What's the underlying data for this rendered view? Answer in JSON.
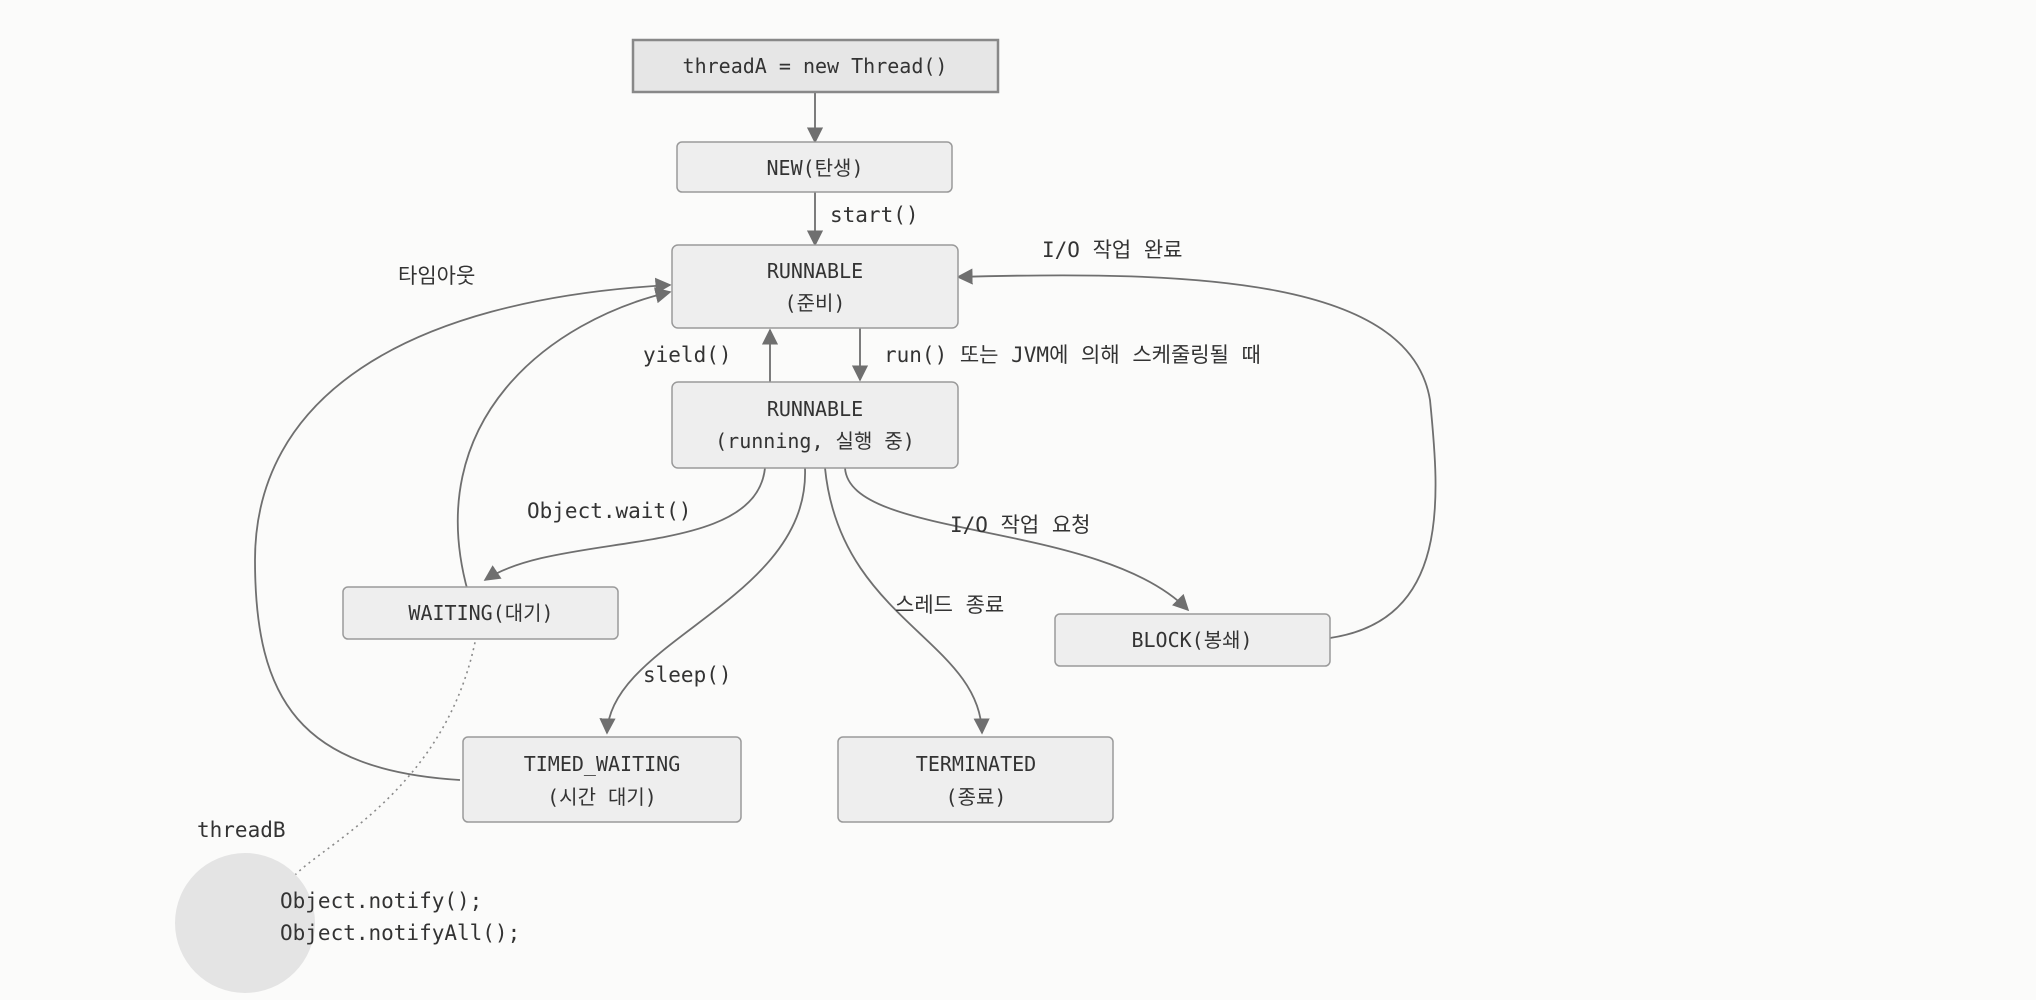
{
  "nodes": {
    "start": "threadA = new Thread()",
    "new": "NEW(탄생)",
    "runnable_ready": [
      "RUNNABLE",
      "(준비)"
    ],
    "runnable_running": [
      "RUNNABLE",
      "(running, 실행 중)"
    ],
    "waiting": "WAITING(대기)",
    "timed_waiting": [
      "TIMED_WAITING",
      "(시간 대기)"
    ],
    "terminated": [
      "TERMINATED",
      "(종료)"
    ],
    "block": "BLOCK(봉쇄)"
  },
  "edges": {
    "start": "start()",
    "timeout": "타임아웃",
    "io_done": "I/O 작업 완료",
    "yield": "yield()",
    "run": "run() 또는 JVM에 의해 스케줄링될 때",
    "wait": "Object.wait()",
    "io_request": "I/O 작업 요청",
    "thread_end": "스레드 종료",
    "sleep": "sleep()"
  },
  "threadB": {
    "label": "threadB",
    "calls": [
      "Object.notify();",
      "Object.notifyAll();"
    ]
  },
  "colors": {
    "node_fill": "#eeeeee",
    "node_stroke": "#9a9a9a",
    "edge": "#6f6f6f",
    "circle": "#e4e4e4"
  }
}
